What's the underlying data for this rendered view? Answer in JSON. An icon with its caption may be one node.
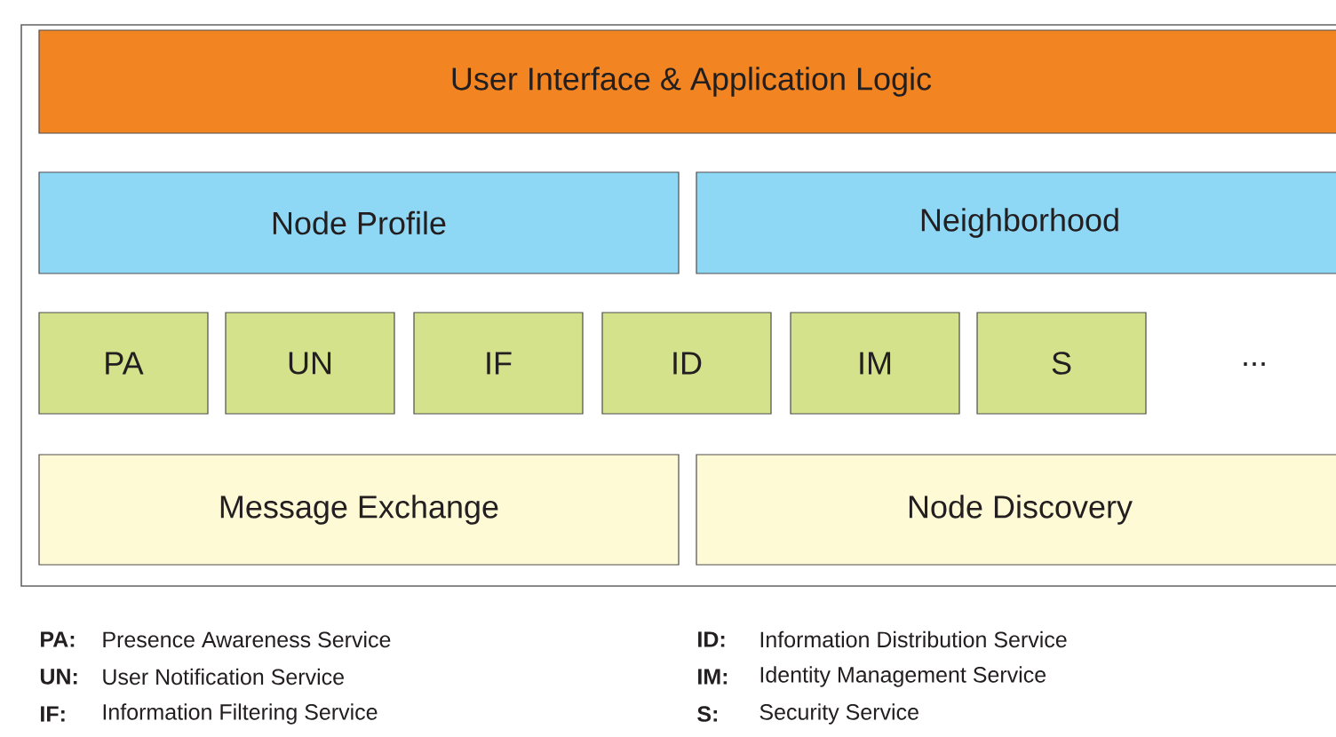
{
  "diagram": {
    "nodes": [
      {
        "text": [
          "User Interface & Application Logic"
        ]
      },
      {
        "text": [
          "Node Profile"
        ]
      },
      {
        "text": [
          "Neighborhood"
        ]
      },
      {
        "text": [
          "PA"
        ]
      },
      {
        "text": [
          "UN"
        ]
      },
      {
        "text": [
          "IF"
        ]
      },
      {
        "text": [
          "ID"
        ]
      },
      {
        "text": [
          "IM"
        ]
      },
      {
        "text": [
          "S"
        ]
      },
      {
        "text": [
          "Message Exchange"
        ]
      },
      {
        "text": [
          "Node Discovery"
        ]
      }
    ],
    "labels": [
      "...",
      "PA:",
      "Presence Awareness Service",
      "ID:",
      "Information Distribution Service",
      "UN:",
      "User Notification Service",
      "IM:",
      "Identity Management Service",
      "IF:",
      "Information Filtering Service",
      "S:",
      "Security Service"
    ]
  }
}
